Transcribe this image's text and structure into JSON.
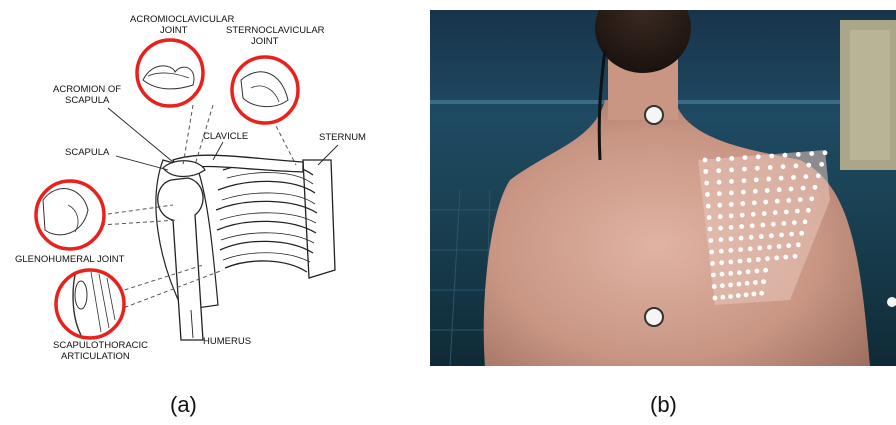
{
  "panel_a": {
    "labels": {
      "acromioclavicular_1": "ACROMIOCLAVICULAR",
      "acromioclavicular_2": "JOINT",
      "sternoclavicular_1": "STERNOCLAVICULAR",
      "sternoclavicular_2": "JOINT",
      "acromion_1": "ACROMION OF",
      "acromion_2": "SCAPULA",
      "clavicle": "CLAVICLE",
      "sternum": "STERNUM",
      "scapula": "SCAPULA",
      "glenohumeral": "GLENOHUMERAL  JOINT",
      "scapulothoracic_1": "SCAPULOTHORACIC",
      "scapulothoracic_2": "ARTICULATION",
      "humerus": "HUMERUS"
    },
    "caption": "(a)",
    "accent_color": "#e8211c"
  },
  "panel_b": {
    "caption": "(b)",
    "marker_grid_color": "#ffffff"
  }
}
